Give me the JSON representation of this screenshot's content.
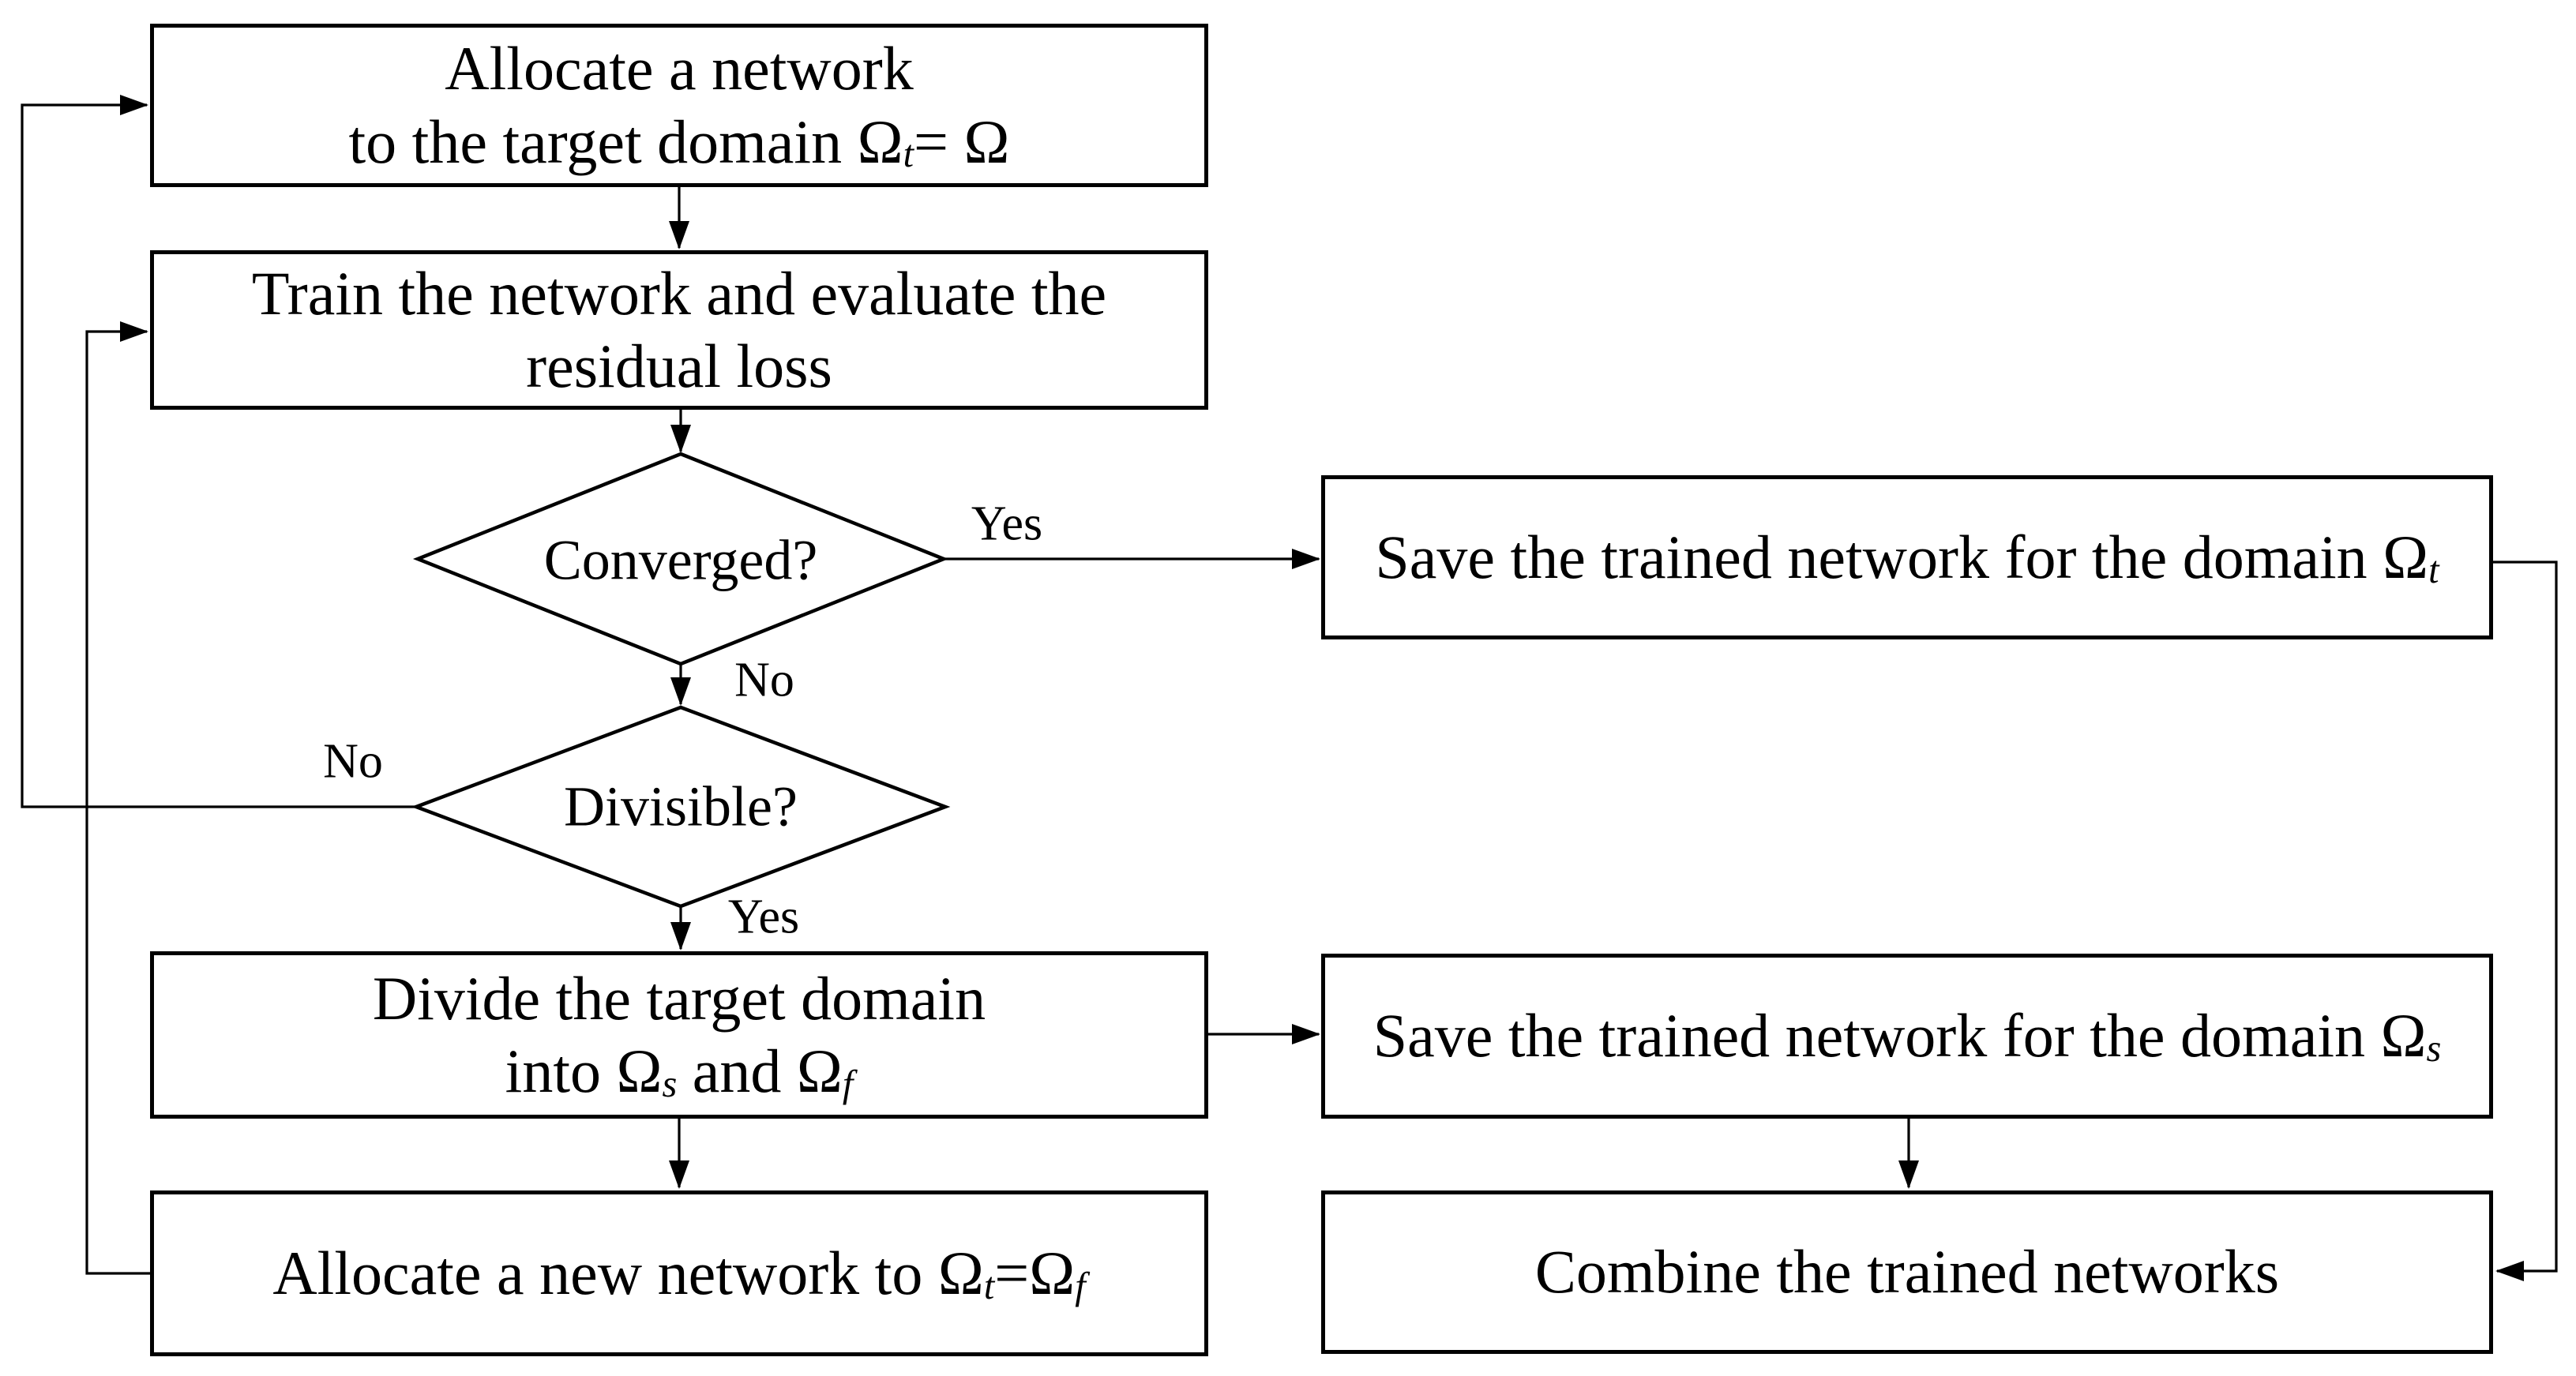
{
  "canvas": {
    "background": "#ffffff",
    "line_color": "#000000",
    "text_color": "#000000"
  },
  "nodes": {
    "allocate_network": {
      "line1": "Allocate a network",
      "line2_pre": "to the target domain Ω",
      "line2_sub": "t",
      "line2_post": "= Ω"
    },
    "train_network": {
      "line1": "Train the network and evaluate the",
      "line2": "residual loss"
    },
    "converged": {
      "label": "Converged?"
    },
    "divisible": {
      "label": "Divisible?"
    },
    "save_domain_t": {
      "pre": "Save the trained network for the domain Ω",
      "sub": "t"
    },
    "save_domain_s": {
      "pre": "Save the trained network for the domain Ω",
      "sub": "s"
    },
    "divide_domain": {
      "line1": "Divide the target domain",
      "line2_pre": "into Ω",
      "line2_sub1": "s",
      "line2_mid": " and Ω",
      "line2_sub2": "f"
    },
    "allocate_new_network": {
      "pre": "Allocate a new network to Ω",
      "sub1": "t",
      "mid": "=Ω",
      "sub2": "f"
    },
    "combine_networks": {
      "label": "Combine the trained networks"
    }
  },
  "edge_labels": {
    "converged_yes": "Yes",
    "converged_no": "No",
    "divisible_no": "No",
    "divisible_yes": "Yes"
  }
}
